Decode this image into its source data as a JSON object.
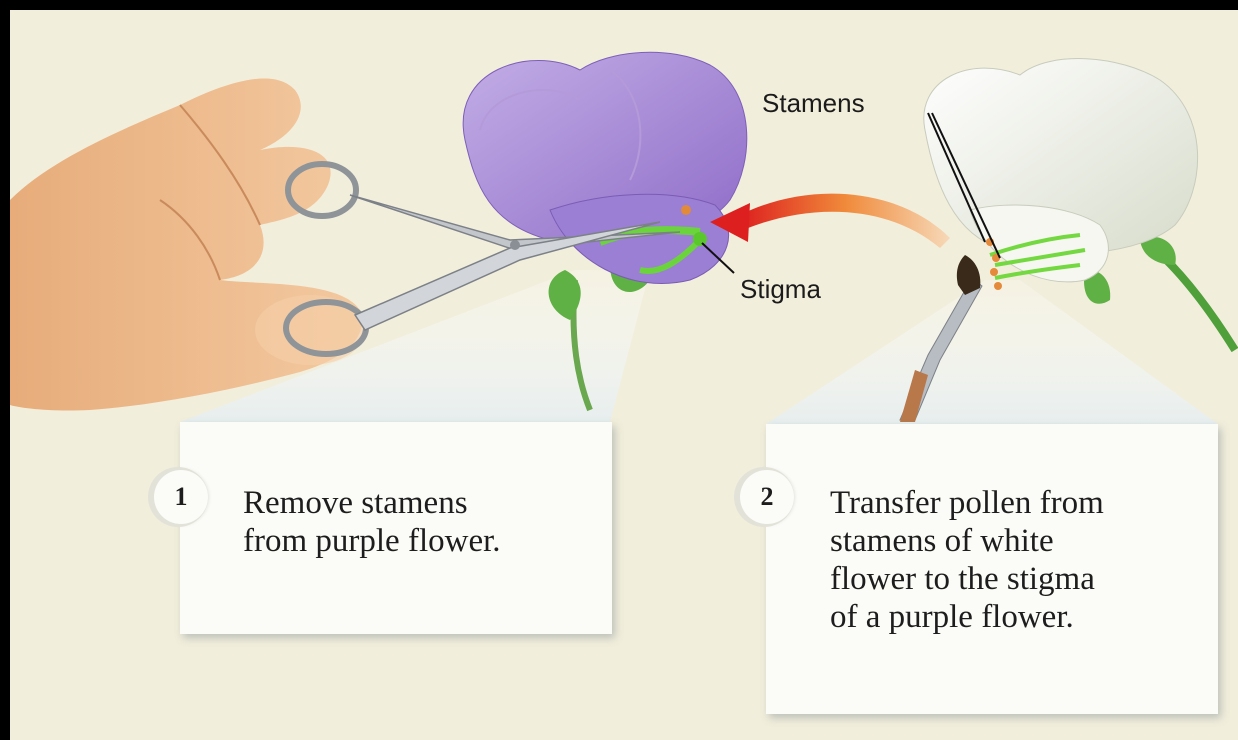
{
  "labels": {
    "stamens": "Stamens",
    "stigma": "Stigma"
  },
  "steps": [
    {
      "number": "1",
      "text": "Remove stamens\nfrom purple flower."
    },
    {
      "number": "2",
      "text": "Transfer pollen from\nstamens of white\nflower to the stigma\nof a purple flower."
    }
  ],
  "colors": {
    "background": "#f2eedc",
    "purple_flower": "#a98ad8",
    "white_flower": "#eef0e6",
    "stamen_green": "#7ee04a",
    "arrow": "#e8401c",
    "callout": "#fbfbf7"
  },
  "icons": [
    "hand-icon",
    "scissors-icon",
    "purple-flower-icon",
    "white-flower-icon",
    "paintbrush-icon",
    "transfer-arrow-icon"
  ]
}
